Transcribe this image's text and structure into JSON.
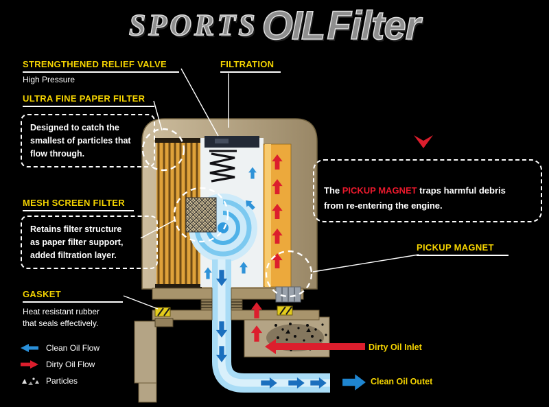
{
  "title": {
    "part1": "SPORTS",
    "part2": "OIL",
    "part3": "Filter"
  },
  "callouts": {
    "relief_valve": {
      "heading": "STRENGTHENED RELIEF VALVE",
      "sub": "High Pressure"
    },
    "paper_filter": {
      "heading": "ULTRA FINE PAPER FILTER",
      "body": "Designed to catch the\nsmallest of particles that\nflow through."
    },
    "filtration": {
      "heading": "FILTRATION"
    },
    "mesh_filter": {
      "heading": "MESH SCREEN FILTER",
      "body": "Retains filter structure\nas paper filter support,\nadded filtration layer."
    },
    "gasket": {
      "heading": "GASKET",
      "body": "Heat resistant rubber\nthat seals effectively."
    },
    "magnet_note": {
      "pre": "The ",
      "highlight": "PICKUP MAGNET",
      "post": " traps harmful debris\nfrom re-entering the engine."
    },
    "pickup_magnet": {
      "heading": "PICKUP MAGNET"
    }
  },
  "legend": {
    "items": [
      {
        "label": "Clean Oil Flow"
      },
      {
        "label": "Dirty Oil Flow"
      },
      {
        "label": "Particles"
      }
    ]
  },
  "flow": {
    "dirty_inlet": "Dirty Oil Inlet",
    "clean_outlet": "Clean Oil Outet"
  },
  "colors": {
    "label_yellow": "#f5d400",
    "flow_red": "#dc1e2d",
    "flow_blue": "#2a8fd8",
    "body_tan": "#b4a383",
    "media_orange": "#e8a93e",
    "swirl_blue": "#a9dcf6",
    "background": "#000000"
  }
}
